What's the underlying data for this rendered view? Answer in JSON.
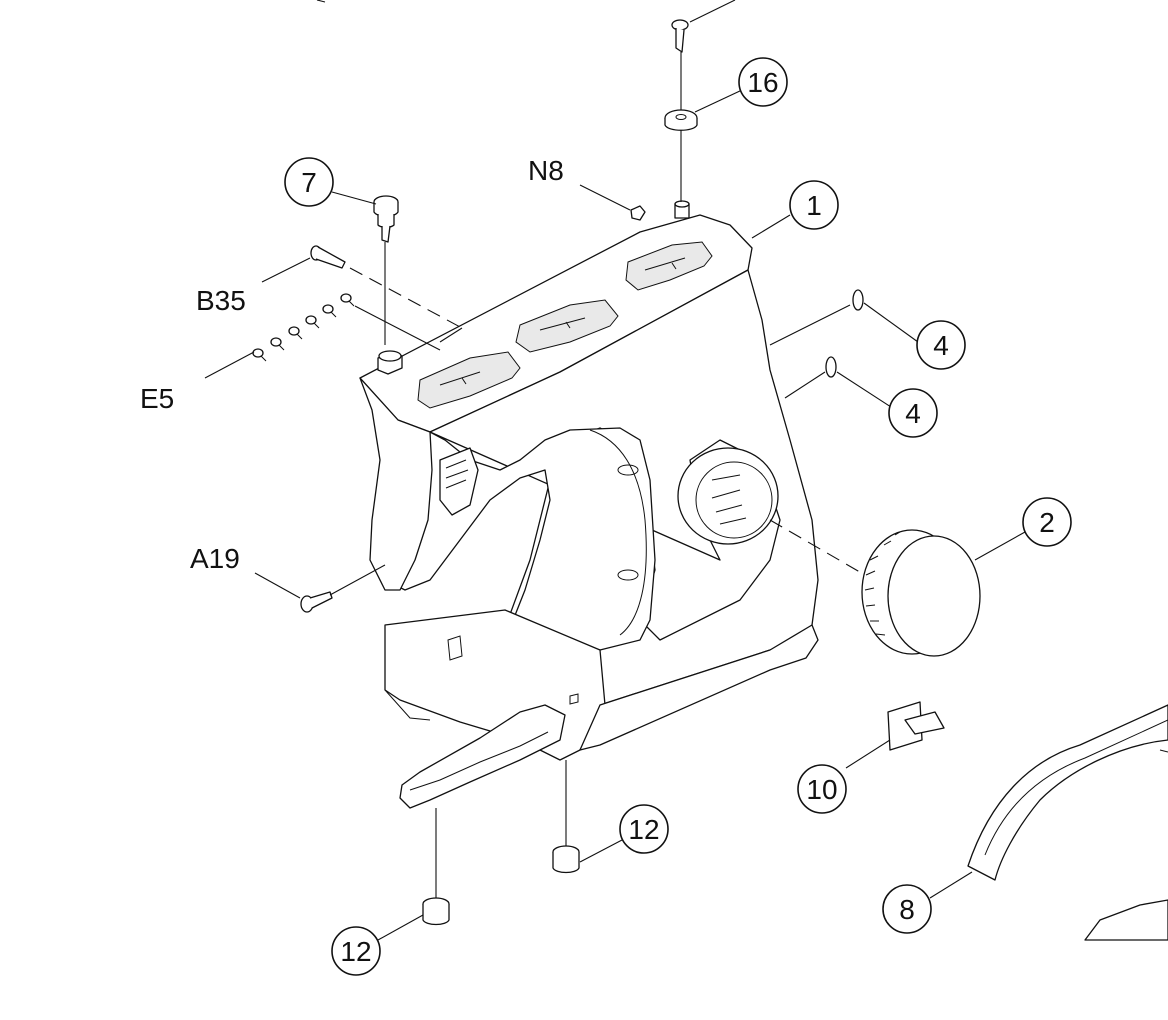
{
  "callouts": {
    "c16": "16",
    "c7": "7",
    "c1": "1",
    "c4a": "4",
    "c4b": "4",
    "c2": "2",
    "c10": "10",
    "c12a": "12",
    "c12b": "12",
    "c8": "8"
  },
  "labels": {
    "n8": "N8",
    "b35": "B35",
    "e5": "E5",
    "a19": "A19"
  }
}
